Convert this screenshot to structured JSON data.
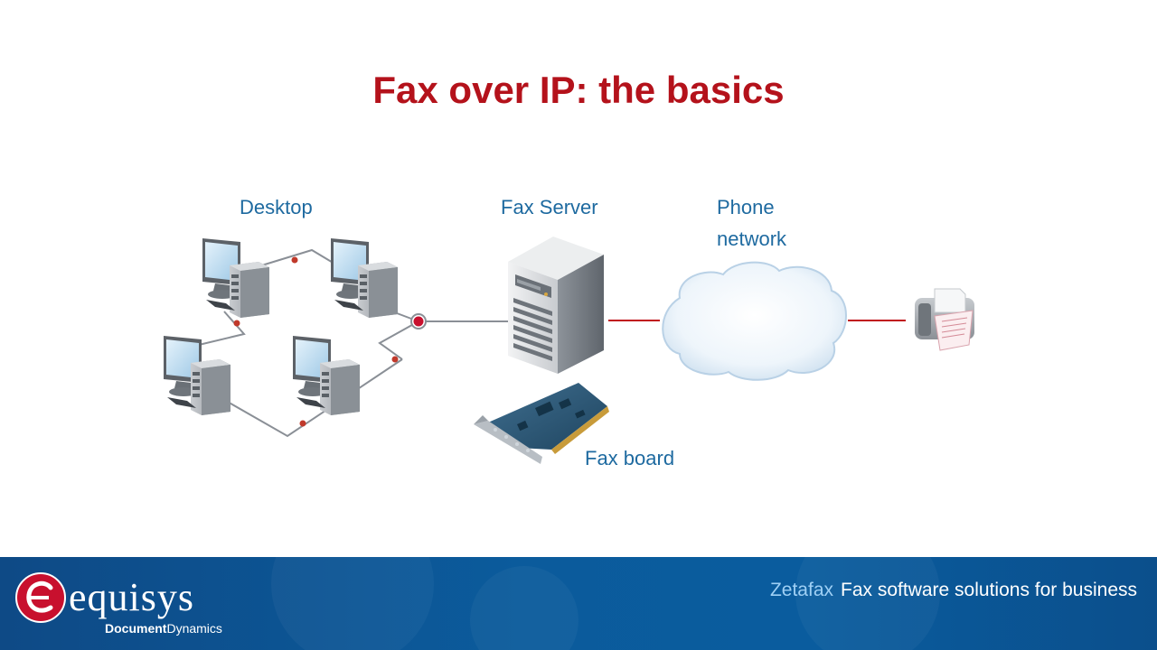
{
  "slide": {
    "title": "Fax over IP: the basics"
  },
  "labels": {
    "desktop": "Desktop",
    "fax_server": "Fax Server",
    "phone_network_line1": "Phone",
    "phone_network_line2": "network",
    "fax_board": "Fax board"
  },
  "footer": {
    "logo_word": "equisys",
    "logo_sub_bold": "Document",
    "logo_sub_rest": "Dynamics",
    "tagline_brand": "Zetafax",
    "tagline_text": "Fax software solutions for business"
  },
  "colors": {
    "title": "#b4121b",
    "label": "#1e6aa0",
    "footer_bg": "#0b5b9c",
    "phone_line": "#c0121b",
    "lan_line": "#8a8f96",
    "logo_red": "#c8102e"
  }
}
